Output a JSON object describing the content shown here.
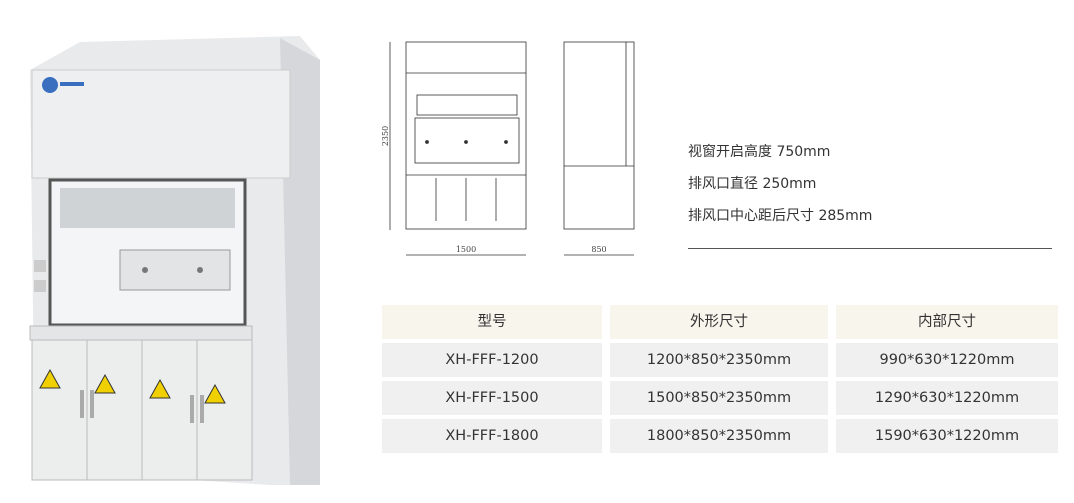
{
  "drawing": {
    "height_label": "2350",
    "width_label": "1500",
    "depth_label": "850"
  },
  "specs": [
    "视窗开启高度 750mm",
    "排风口直径 250mm",
    "排风口中心距后尺寸 285mm"
  ],
  "table": {
    "headers": [
      "型号",
      "外形尺寸",
      "内部尺寸"
    ],
    "rows": [
      [
        "XH-FFF-1200",
        "1200*850*2350mm",
        "990*630*1220mm"
      ],
      [
        "XH-FFF-1500",
        "1500*850*2350mm",
        "1290*630*1220mm"
      ],
      [
        "XH-FFF-1800",
        "1800*850*2350mm",
        "1590*630*1220mm"
      ]
    ]
  }
}
